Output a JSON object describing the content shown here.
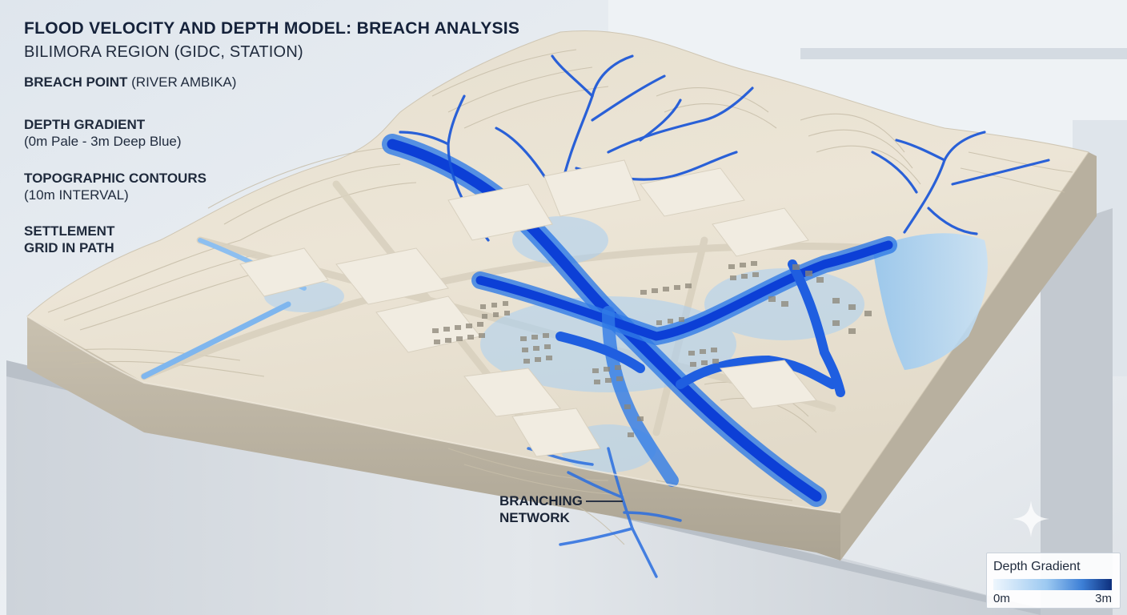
{
  "annotations": {
    "title": "FLOOD VELOCITY AND DEPTH MODEL: BREACH ANALYSIS",
    "subtitle": "BILIMORA REGION (GIDC, STATION)",
    "items": [
      {
        "bold": "BREACH POINT",
        "light": " (RIVER AMBIKA)"
      },
      {
        "bold": "DEPTH GRADIENT",
        "line2": "(0m Pale - 3m Deep Blue)"
      },
      {
        "bold": "TOPOGRAPHIC CONTOURS",
        "line2": "(10m INTERVAL)"
      },
      {
        "bold": "SETTLEMENT",
        "line2": "GRID IN PATH"
      }
    ],
    "callout": {
      "line1": "BRANCHING",
      "line2": "NETWORK"
    }
  },
  "depth_legend": {
    "title": "Depth Gradient",
    "min_label": "0m",
    "max_label": "3m",
    "min_color": "#eef6fd",
    "max_color": "#0d2f7d"
  },
  "colors": {
    "terrain": "#e9e1d1",
    "terrain_shadow": "#bfb7a6",
    "water_deep": "#0c3fd6",
    "water_mid": "#2f7be6",
    "water_shallow": "#a9cff3",
    "pedestal": "#d9dde2",
    "background": "#e9edf1"
  },
  "icons": {
    "watermark": "sparkle-icon"
  }
}
